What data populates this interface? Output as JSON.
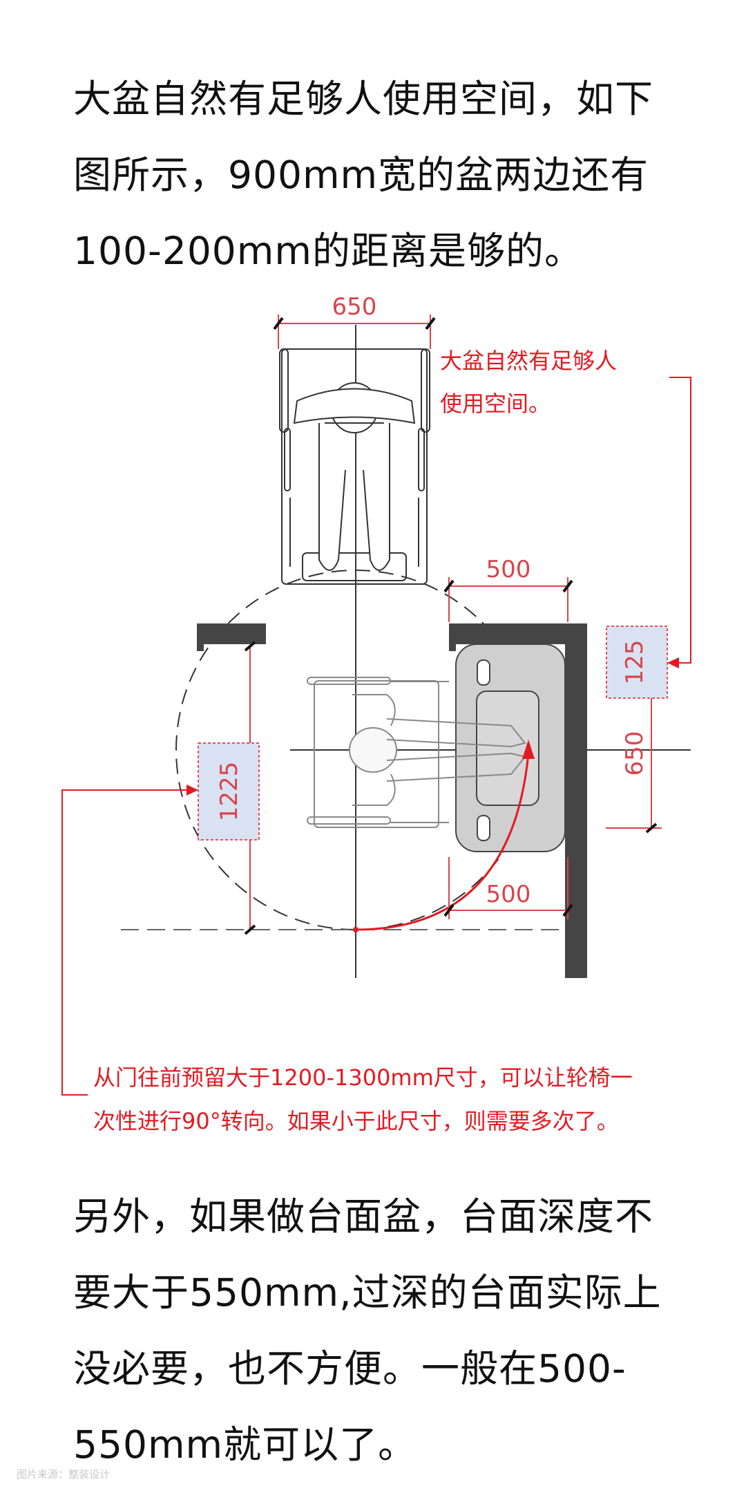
{
  "intro": {
    "lines": [
      "大盆自然有足够人使用空间，如下",
      "图所示，900mm宽的盆两边还有",
      "100-200mm的距离是够的。"
    ]
  },
  "diagram": {
    "dims": {
      "top_width": "650",
      "upper_right_gap": "500",
      "lower_right_gap": "500",
      "door_depth": "1225",
      "edge_offset": "125",
      "basin_center": "650"
    },
    "note_top": [
      "大盆自然有足够人",
      "使用空间。"
    ],
    "note_bottom": [
      "从门往前预留大于1200-1300mm尺寸，可以让轮椅一",
      "次性进行90°转向。如果小于此尺寸，则需要多次了。"
    ],
    "colors": {
      "accent_red": "#e21a22",
      "dim_red": "#d9434b",
      "wall": "#454545",
      "basin": "#cfcfcf",
      "highlight": "#d9e2f3"
    }
  },
  "outro": {
    "lines": [
      "另外，如果做台面盆，台面深度不",
      "要大于550mm,过深的台面实际上",
      "没必要，也不方便。一般在500-",
      "550mm就可以了。"
    ]
  },
  "watermark": "图片来源：整装设计"
}
